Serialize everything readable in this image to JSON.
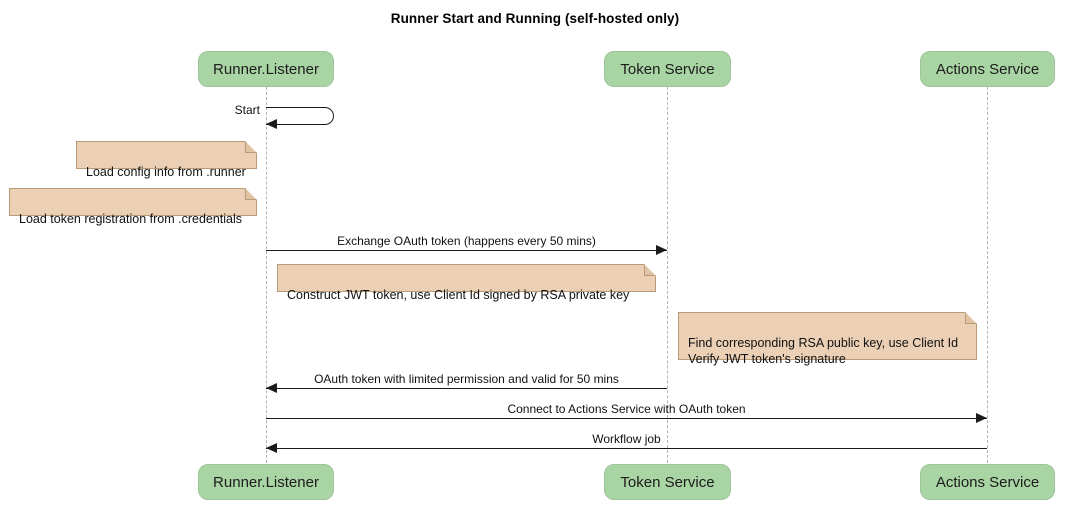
{
  "title": "Runner Start and Running (self-hosted only)",
  "colors": {
    "participant_fill": "#a9d4a3",
    "participant_border": "#9ec49a",
    "note_fill": "#ebd0b5",
    "note_border": "#b99a77",
    "lifeline": "#b3b3b3",
    "message": "#1a1a1a",
    "background": "#ffffff"
  },
  "participants": [
    {
      "id": "runner",
      "label": "Runner.Listener"
    },
    {
      "id": "token",
      "label": "Token Service"
    },
    {
      "id": "actions",
      "label": "Actions Service"
    }
  ],
  "self_messages": [
    {
      "label": "Start",
      "from": "runner",
      "to": "runner"
    }
  ],
  "notes": [
    {
      "id": "note-load-config",
      "text": "Load config info from .runner"
    },
    {
      "id": "note-load-token",
      "text": "Load token registration from .credentials"
    },
    {
      "id": "note-construct-jwt",
      "text": "Construct JWT token, use Client Id signed by RSA private key"
    },
    {
      "id": "note-verify-jwt",
      "text": "Find corresponding RSA public key, use Client Id\nVerify JWT token's signature"
    }
  ],
  "messages": [
    {
      "id": "msg-exchange-oauth",
      "label": "Exchange OAuth token (happens every 50 mins)",
      "from": "runner",
      "to": "token",
      "direction": "right"
    },
    {
      "id": "msg-oauth-token",
      "label": "OAuth token with limited permission and valid for 50 mins",
      "from": "token",
      "to": "runner",
      "direction": "left"
    },
    {
      "id": "msg-connect-actions",
      "label": "Connect to Actions Service with OAuth token",
      "from": "runner",
      "to": "actions",
      "direction": "right"
    },
    {
      "id": "msg-workflow-job",
      "label": "Workflow job",
      "from": "actions",
      "to": "runner",
      "direction": "left"
    }
  ]
}
